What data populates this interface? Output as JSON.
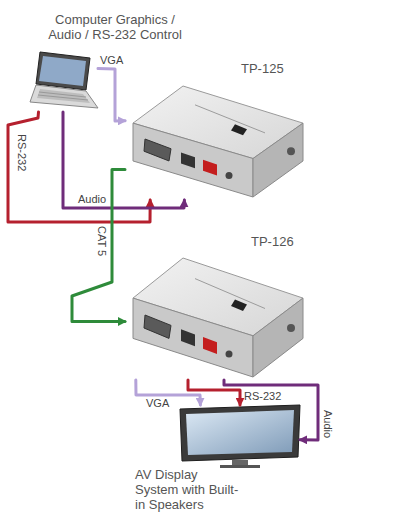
{
  "diagram": {
    "nodes": [
      {
        "text": [
          "Computer Graphics / Audio / RS-232 Control"
        ]
      },
      {
        "text": [
          "TP-125"
        ]
      },
      {
        "text": [
          "TP-126"
        ]
      },
      {
        "text": [
          "AV Display System with Built-in Speakers"
        ]
      }
    ],
    "edges": [
      {
        "from": 0,
        "to": 1,
        "label": "VGA",
        "arrow": "to"
      },
      {
        "from": 0,
        "to": 1,
        "label": "RS-232",
        "arrow": "to"
      },
      {
        "from": 0,
        "to": 1,
        "label": "Audio",
        "arrow": "to"
      },
      {
        "from": 1,
        "to": 2,
        "label": "CAT 5",
        "arrow": "to"
      },
      {
        "from": 2,
        "to": 3,
        "label": "VGA",
        "arrow": "to"
      },
      {
        "from": 2,
        "to": 3,
        "label": "RS-232",
        "arrow": "to"
      },
      {
        "from": 2,
        "to": 3,
        "label": "Audio",
        "arrow": "to"
      }
    ]
  }
}
